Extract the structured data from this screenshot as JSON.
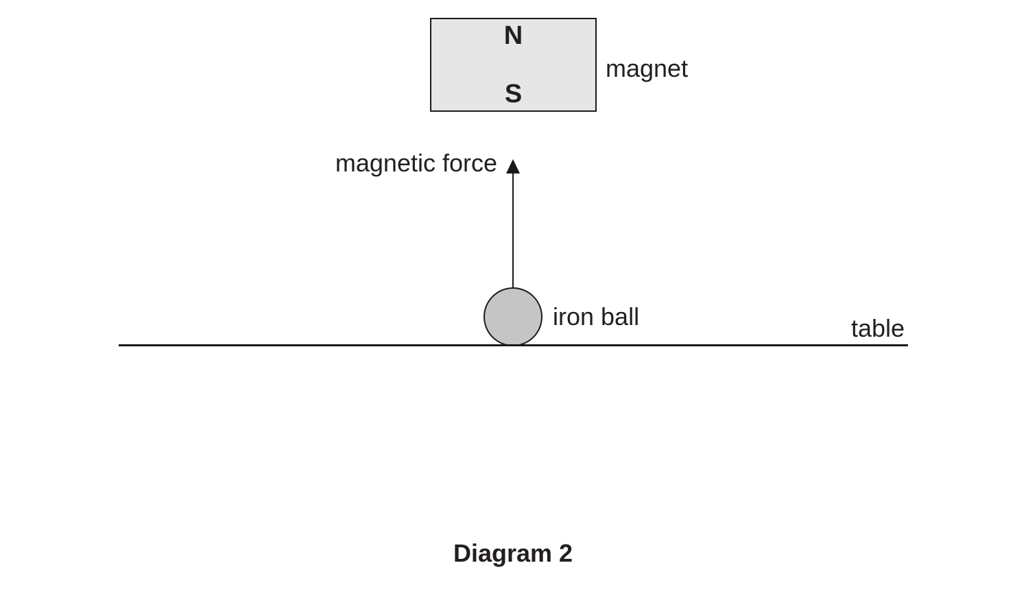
{
  "diagram": {
    "magnet": {
      "north_label": "N",
      "south_label": "S",
      "label": "magnet"
    },
    "force": {
      "label": "magnetic force"
    },
    "ball": {
      "label": "iron ball"
    },
    "table": {
      "label": "table"
    },
    "caption": "Diagram 2"
  },
  "colors": {
    "stroke": "#1a1a1a",
    "text": "#231f20",
    "magnet-fill": "#e6e6e6",
    "ball-fill": "#c5c5c5",
    "background": "#ffffff"
  }
}
